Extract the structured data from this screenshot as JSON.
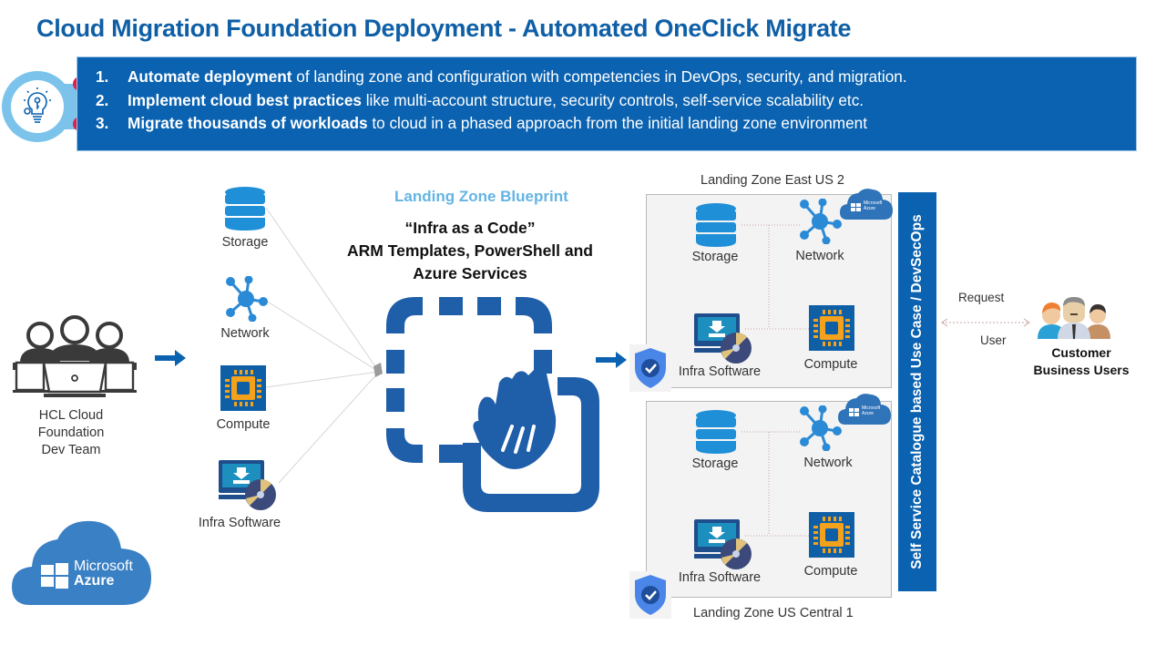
{
  "title": "Cloud Migration Foundation Deployment  - Automated OneClick Migrate",
  "banner": {
    "icon": "lightbulb-key-gear-icon",
    "items": [
      {
        "num": "1.",
        "bold": "Automate deployment",
        "rest": " of landing zone and configuration with competencies in DevOps, security, and migration."
      },
      {
        "num": "2.",
        "bold": "Implement cloud best practices",
        "rest": " like multi-account structure, security controls, self-service  scalability etc."
      },
      {
        "num": "3.",
        "bold": "Migrate thousands  of workloads",
        "rest": " to cloud in a phased approach from the initial landing zone environment"
      }
    ]
  },
  "team": {
    "icon": "dev-team-laptops-icon",
    "label_lines": [
      "HCL Cloud",
      "Foundation",
      "Dev Team"
    ]
  },
  "resources": [
    {
      "icon": "storage-icon",
      "label": "Storage"
    },
    {
      "icon": "network-icon",
      "label": "Network"
    },
    {
      "icon": "compute-icon",
      "label": "Compute"
    },
    {
      "icon": "infra-software-icon",
      "label": "Infra Software"
    }
  ],
  "blueprint": {
    "title": "Landing Zone Blueprint",
    "lines": [
      "“Infra as a Code”",
      "ARM Templates, PowerShell and",
      "Azure Services"
    ],
    "icon": "drag-select-hand-icon"
  },
  "zones": [
    {
      "title": "Landing Zone East US 2",
      "cloud_badge": [
        "Microsoft",
        "Azure"
      ],
      "items": {
        "storage": "Storage",
        "network": "Network",
        "infra": "Infra Software",
        "compute": "Compute"
      }
    },
    {
      "title": "Landing Zone US Central 1",
      "cloud_badge": [
        "Microsoft",
        "Azure"
      ],
      "items": {
        "storage": "Storage",
        "network": "Network",
        "infra": "Infra Software",
        "compute": "Compute"
      }
    }
  ],
  "self_service": "Self Service Catalogue based Use Case / DevSecOps",
  "request_flow": {
    "top": "Request",
    "bottom": "User"
  },
  "customers": {
    "label_lines": [
      "Customer",
      "Business Users"
    ],
    "icon": "business-users-icon"
  },
  "azure_logo": {
    "line1": "Microsoft",
    "line2": "Azure"
  },
  "colors": {
    "primary": "#0a62b0",
    "title": "#0f5fa6",
    "light_blue": "#63b4e4",
    "icon_blue": "#2a8ad6",
    "accent_red": "#e0204a"
  }
}
